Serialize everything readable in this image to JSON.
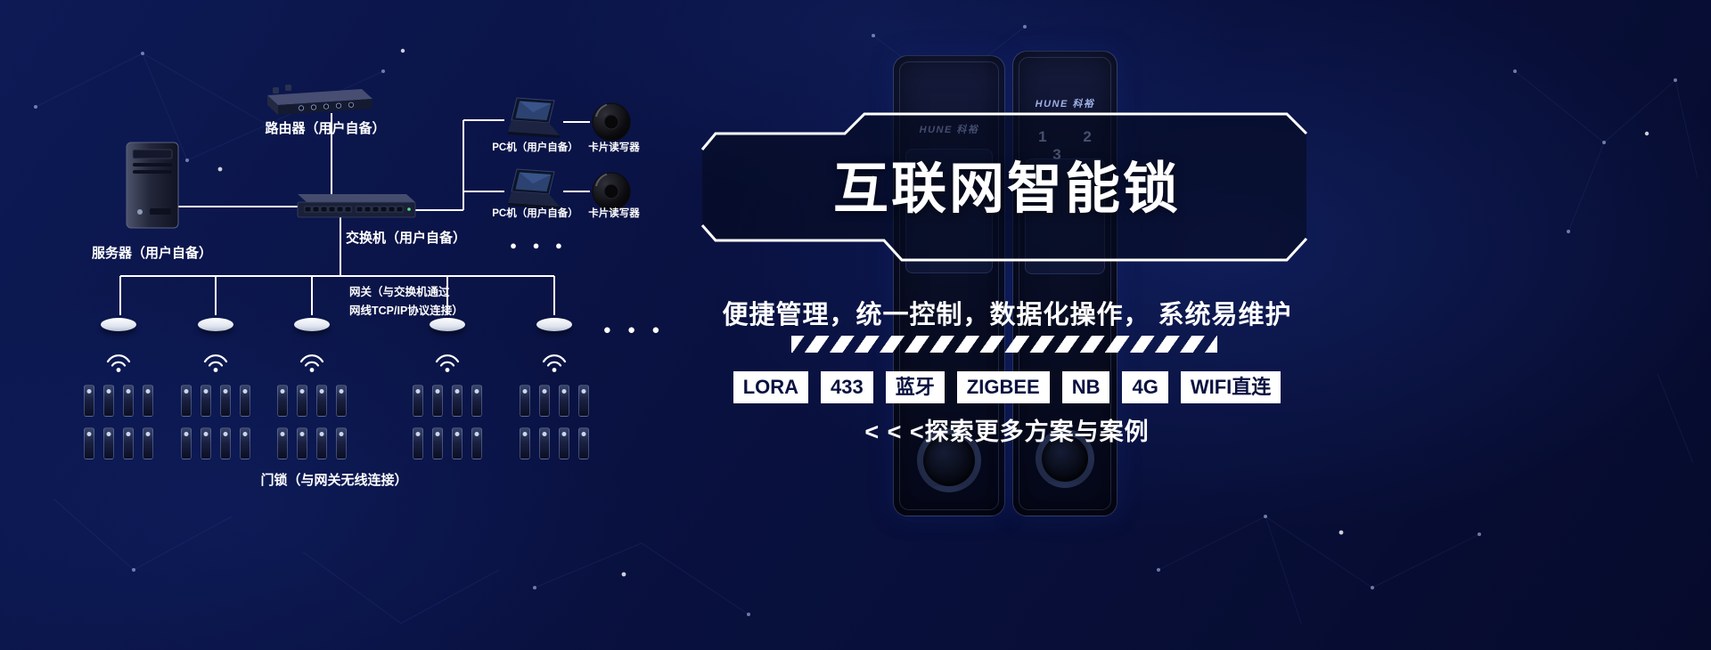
{
  "banner": {
    "title": "互联网智能锁",
    "subtitle": "便捷管理，统一控制，数据化操作， 系统易维护",
    "tags": [
      "LORA",
      "433",
      "蓝牙",
      "ZIGBEE",
      "NB",
      "4G",
      "WIFI直连"
    ],
    "cta": "< < <探索更多方案与案例"
  },
  "product": {
    "brand_left": "HUNE 科裕",
    "brand_right": "HUNE 科裕",
    "keypad_digits": "1 2 3"
  },
  "diagram": {
    "server_label": "服务器（用户自备）",
    "router_label": "路由器（用户自备）",
    "switch_label": "交换机（用户自备）",
    "pc1_label": "PC机（用户自备）",
    "reader1_label": "卡片读写器",
    "pc2_label": "PC机（用户自备）",
    "reader2_label": "卡片读写器",
    "gateway_note_line1": "网关（与交换机通过",
    "gateway_note_line2": "网线TCP/IP协议连接）",
    "locks_label": "门锁（与网关无线连接）",
    "pc_ellipsis": "● ● ●",
    "gateway_ellipsis": "● ● ●"
  },
  "layout_meta": {
    "gateway_count": 5,
    "locks_per_row": 4,
    "lock_rows_per_gateway": 2
  },
  "colors": {
    "background": "#081040",
    "text": "#ffffff",
    "tag_text": "#0a1140"
  }
}
